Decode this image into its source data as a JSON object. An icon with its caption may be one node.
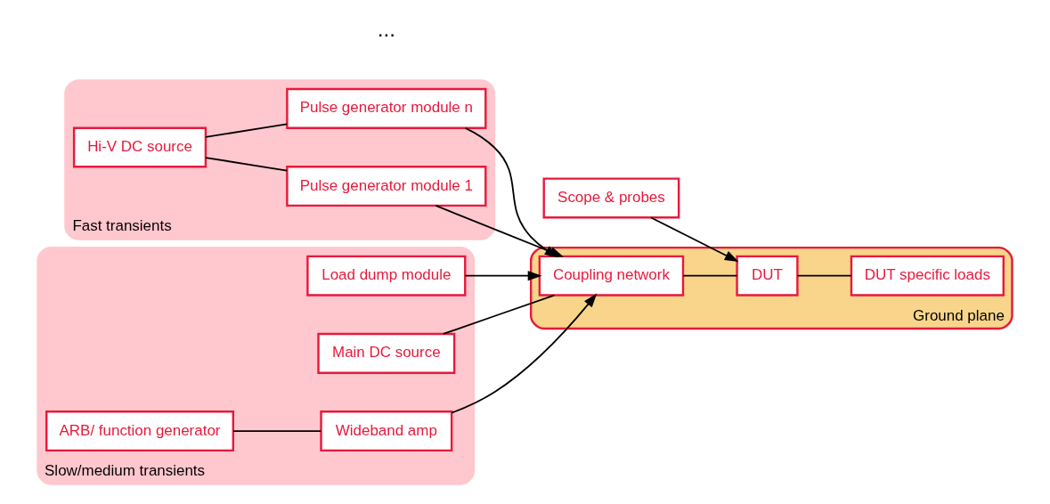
{
  "diagram": {
    "nodes": [
      {
        "text": [
          "Slow/medium transients"
        ]
      },
      {
        "text": [
          "Load dump module"
        ],
        "in": 0
      },
      {
        "text": [
          "Main DC source"
        ],
        "in": 0
      },
      {
        "text": [
          "Wideband amp"
        ],
        "in": 0
      },
      {
        "text": [
          "ARB/ function generator"
        ],
        "in": 0
      },
      {
        "text": [
          "Ground plane"
        ]
      },
      {
        "text": [
          "Coupling network"
        ],
        "in": 5
      },
      {
        "text": [
          "DUT"
        ],
        "in": 5
      },
      {
        "text": [
          "DUT specific loads"
        ],
        "in": 5
      },
      {
        "text": [
          "Scope & probes"
        ]
      },
      {
        "text": [
          "Fast transients"
        ]
      },
      {
        "text": [
          "Pulse generator module 1"
        ],
        "in": 10
      },
      {
        "text": [
          "Pulse generator module n"
        ],
        "in": 10
      },
      {
        "text": [
          "Hi-V DC source"
        ],
        "in": 10
      }
    ],
    "edges": [
      {
        "from": 2,
        "to": 6,
        "arrow": "none"
      },
      {
        "from": 1,
        "to": 6,
        "arrow": "to"
      },
      {
        "from": 3,
        "to": 6,
        "arrow": "to"
      },
      {
        "from": 4,
        "to": 3,
        "arrow": "none"
      },
      {
        "from": 6,
        "to": 7,
        "arrow": "none"
      },
      {
        "from": 9,
        "to": 7,
        "arrow": "to"
      },
      {
        "from": 7,
        "to": 8,
        "arrow": "none"
      },
      {
        "from": 11,
        "to": 6,
        "arrow": "to"
      },
      {
        "from": 12,
        "to": 6,
        "arrow": "to"
      },
      {
        "from": 13,
        "to": 11,
        "arrow": "none"
      },
      {
        "from": 13,
        "to": 12,
        "arrow": "none"
      }
    ],
    "labels": [
      "..."
    ]
  }
}
